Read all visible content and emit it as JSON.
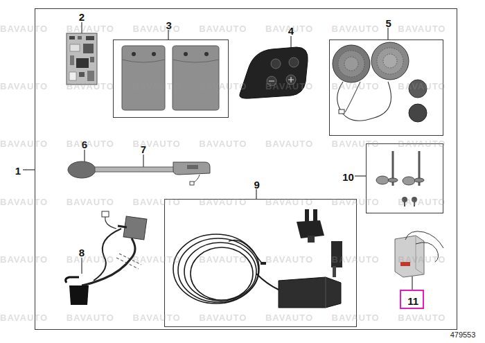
{
  "diagram": {
    "nodes": [
      {
        "text": [
          "1"
        ]
      },
      {
        "text": [
          "3"
        ],
        "in": 0
      },
      {
        "text": [
          "5"
        ],
        "in": 0
      },
      {
        "text": [
          "10"
        ],
        "in": 0
      },
      {
        "text": [
          "9"
        ],
        "in": 0
      },
      {
        "text": [
          "11"
        ],
        "in": 0
      }
    ],
    "labels": [
      "2",
      "4",
      "6",
      "7",
      "8",
      "479553",
      "BAVAUTO BAVAUTO BAVAUTO BAVAUTO BAVAUTO BAVAUTO BAVAUTO",
      "BAVAUTO BAVAUTO BAVAUTO BAVAUTO BAVAUTO BAVAUTO BAVAUTO",
      "BAVAUTO BAVAUTO BAVAUTO BAVAUTO BAVAUTO BAVAUTO BAVAUTO",
      "BAVAUTO BAVAUTO BAVAUTO BAVAUTO BAVAUTO BAVAUTO BAVAUTO",
      "BAVAUTO BAVAUTO BAVAUTO BAVAUTO BAVAUTO BAVAUTO BAVAUTO",
      "BAVAUTO BAVAUTO BAVAUTO BAVAUTO BAVAUTO BAVAUTO BAVAUTO"
    ]
  }
}
